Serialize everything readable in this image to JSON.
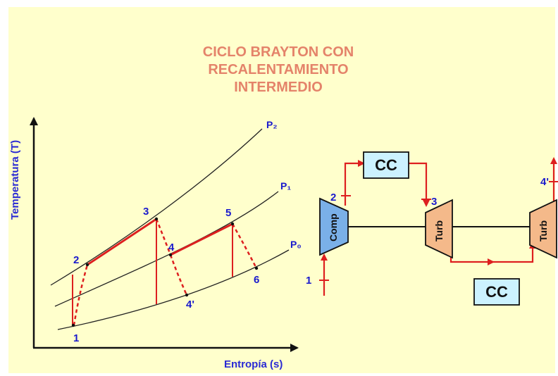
{
  "title": {
    "line1": "CICLO BRAYTON CON",
    "line2": "RECALENTAMIENTO",
    "line3": "INTERMEDIO"
  },
  "ts_diagram": {
    "y_axis_label": "Temperatura (T)",
    "x_axis_label": "Entropía (s)",
    "isobars": [
      {
        "name": "P₂"
      },
      {
        "name": "P₁"
      },
      {
        "name": "P₀"
      }
    ],
    "state_points": [
      "1",
      "2",
      "3",
      "4",
      "4'",
      "5",
      "6"
    ]
  },
  "schematic": {
    "combustor_1": "CC",
    "combustor_2": "CC",
    "compressor": "Comp",
    "turbine_1": "Turb",
    "turbine_2": "Turb",
    "station_1": "1",
    "station_2": "2",
    "station_3": "3",
    "station_4prime": "4'"
  },
  "colors": {
    "background": "#ffffcc",
    "title": "#e4836a",
    "process_lines": "#dd1f1f",
    "label_blue": "#1a1acc",
    "combustor_fill": "#ccf2ff",
    "compressor_fill": "#7ab0e8",
    "turbine_fill": "#f4b98a"
  }
}
